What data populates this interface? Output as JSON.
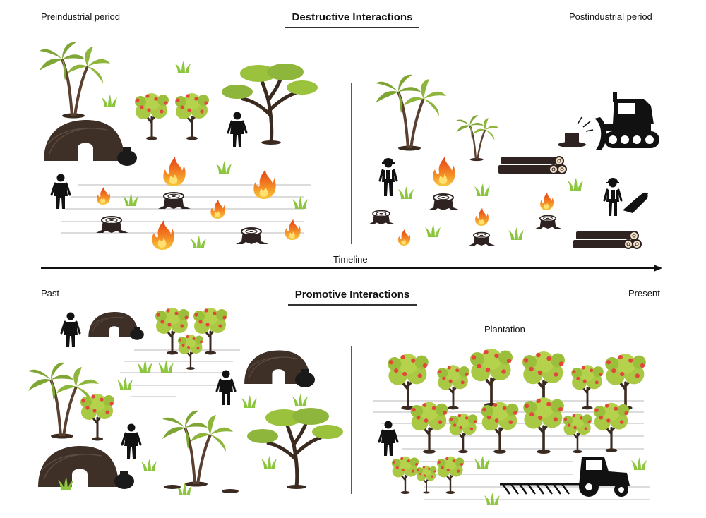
{
  "top": {
    "left_label": "Preindustrial period",
    "title": "Destructive Interactions",
    "right_label": "Postindustrial period"
  },
  "timeline": {
    "label": "Timeline"
  },
  "bottom": {
    "left_label": "Past",
    "title": "Promotive Interactions",
    "right_label": "Present",
    "plantation_label": "Plantation"
  },
  "colors": {
    "leaf": "#9ac23c",
    "leaf_dark": "#7ba32a",
    "trunk": "#3b2a20",
    "fruit": "#e2473b",
    "flame_outer": "#f06a1a",
    "flame_inner": "#ffd23a",
    "grass": "#8cc63e",
    "line": "#c8c8c8",
    "black": "#111111"
  }
}
